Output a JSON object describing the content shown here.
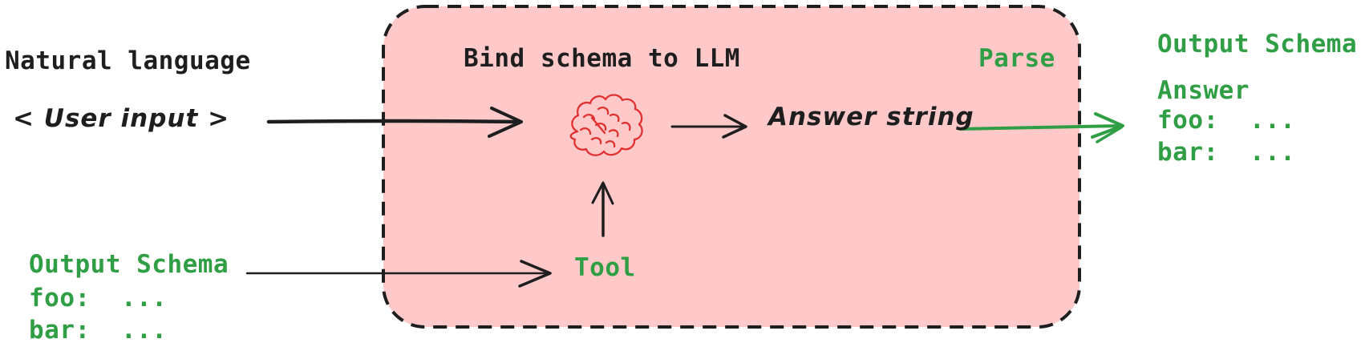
{
  "colors": {
    "bg": "#ffffff",
    "black": "#1e1e1e",
    "green": "#2f9e44",
    "red": "#e03131",
    "pink_fill": "#ffc9c9"
  },
  "input_side": {
    "natural_language_label": "Natural language",
    "user_input": "< User input >",
    "output_schema": {
      "title": "Output Schema",
      "foo_line": "foo:  ...",
      "bar_line": "bar:  ..."
    }
  },
  "llm_box": {
    "bind_schema_label": "Bind schema to LLM",
    "parse_label": "Parse",
    "answer_string_label": "Answer string",
    "tool_label": "Tool",
    "brain_icon": "brain-icon"
  },
  "output_side": {
    "output_schema": {
      "title": "Output Schema",
      "answer_line": "Answer",
      "foo_line": "foo:  ...",
      "bar_line": "bar:  ..."
    }
  }
}
